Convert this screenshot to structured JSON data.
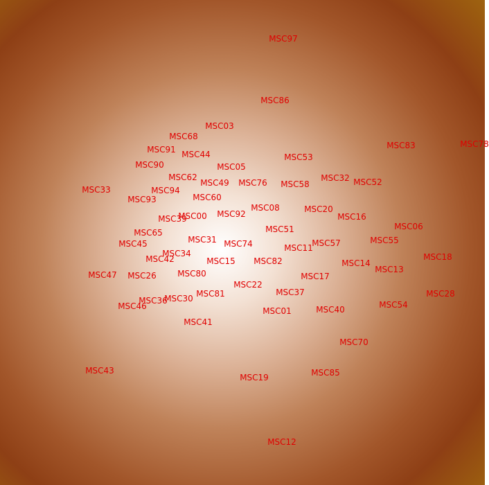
{
  "colors": {
    "label": "#e00000",
    "center": "#ffffff",
    "edge": "#8e3f15",
    "corner": "#b08a14"
  },
  "labels": [
    "MSC97",
    "MSC86",
    "MSC03",
    "MSC68",
    "MSC91",
    "MSC44",
    "MSC90",
    "MSC05",
    "MSC53",
    "MSC83",
    "MSC78",
    "MSC62",
    "MSC32",
    "MSC52",
    "MSC49",
    "MSC76",
    "MSC58",
    "MSC33",
    "MSC94",
    "MSC60",
    "MSC93",
    "MSC08",
    "MSC20",
    "MSC00",
    "MSC92",
    "MSC39",
    "MSC16",
    "MSC06",
    "MSC65",
    "MSC51",
    "MSC31",
    "MSC45",
    "MSC74",
    "MSC11",
    "MSC57",
    "MSC55",
    "MSC34",
    "MSC42",
    "MSC15",
    "MSC82",
    "MSC14",
    "MSC18",
    "MSC13",
    "MSC47",
    "MSC26",
    "MSC80",
    "MSC17",
    "MSC22",
    "MSC37",
    "MSC81",
    "MSC30",
    "MSC36",
    "MSC28",
    "MSC46",
    "MSC54",
    "MSC01",
    "MSC40",
    "MSC41",
    "MSC70",
    "MSC43",
    "MSC19",
    "MSC85",
    "MSC12"
  ]
}
